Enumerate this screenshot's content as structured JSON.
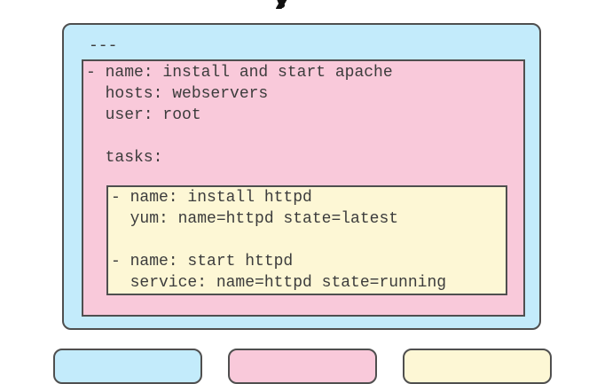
{
  "colors": {
    "playbook_bg": "#c3ebfb",
    "play_bg": "#f9c9da",
    "task_bg": "#fdf7d5",
    "border": "#4f4f4f",
    "text": "#3c3c3c"
  },
  "playbook": {
    "doc_start": "---",
    "play": {
      "name_line": "- name: install and start apache",
      "hosts_line": "  hosts: webservers",
      "user_line": "  user: root",
      "tasks_line": "  tasks:",
      "tasks": [
        {
          "name_line": "- name: install httpd",
          "module_line": "  yum: name=httpd state=latest"
        },
        {
          "name_line": "- name: start httpd",
          "module_line": "  service: name=httpd state=running"
        }
      ]
    }
  },
  "legend": [
    {
      "color": "#c3ebfb"
    },
    {
      "color": "#f9c9da"
    },
    {
      "color": "#fdf7d5"
    }
  ]
}
